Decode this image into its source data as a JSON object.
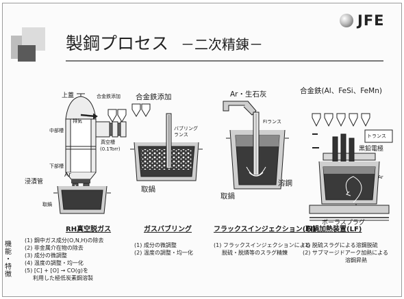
{
  "header": {
    "title": "製鋼プロセス",
    "subtitle": "－二次精錬－",
    "logo_text": "JFE"
  },
  "rh": {
    "top_additive": "合金鉄添加",
    "upper_lid": "上蓋",
    "exhaust": "排気",
    "vacuum_tank": "真空槽",
    "vacuum_pressure": "(0.1Torr)",
    "middle_tank": "中部槽",
    "lower_tank": "下部槽",
    "ar": "Ar",
    "snorkel": "浸漬管",
    "ladle": "取鍋",
    "caption": "RH真空脱ガス",
    "functions": [
      "(1) 鋼中ガス成分(O,N,H)の除去",
      "(2) 非金属介在物の除去",
      "(3) 成分の微調整",
      "(4) 温度の調整・均一化",
      "(5) [C] + [O] → CO(g)を",
      "利用した極低炭素鋼溶製"
    ]
  },
  "side_label": [
    "機",
    "能",
    "・",
    "特",
    "徴"
  ],
  "gb": {
    "additive": "合金鉄添加",
    "lance": "バブリングランス",
    "ladle": "取鍋",
    "caption": "ガスバブリング",
    "functions": [
      "(1) 成分の微調整",
      "(2) 温度の調整・均一化"
    ]
  },
  "fi": {
    "flux": "Ar・生石灰",
    "lance": "FIランス",
    "molten_steel": "溶鋼",
    "ladle": "取鍋",
    "caption": "フラックスインジェクション(FI)",
    "functions": [
      "(1) フラックスインジェクションによる",
      "脱硫・脱燐等のスラグ精錬"
    ]
  },
  "lf": {
    "alloys": "合金鉄(Al、FeSi、FeMn)",
    "transformer": "トランス",
    "electrode": "黒鉛電極",
    "ar": "Ar",
    "porous_plug": "ポーラスプラグ",
    "caption": "取鍋加熱装置(LF)",
    "functions": [
      "(1) 脱硫スラグによる溶鋼脱硫",
      "(2) サブマージドアーク加熱による",
      "溶鋼昇熱"
    ]
  },
  "colors": {
    "steel": "#3a3a3a",
    "refractory": "#d6d6d6",
    "line": "#222222",
    "rule": "#777777"
  }
}
